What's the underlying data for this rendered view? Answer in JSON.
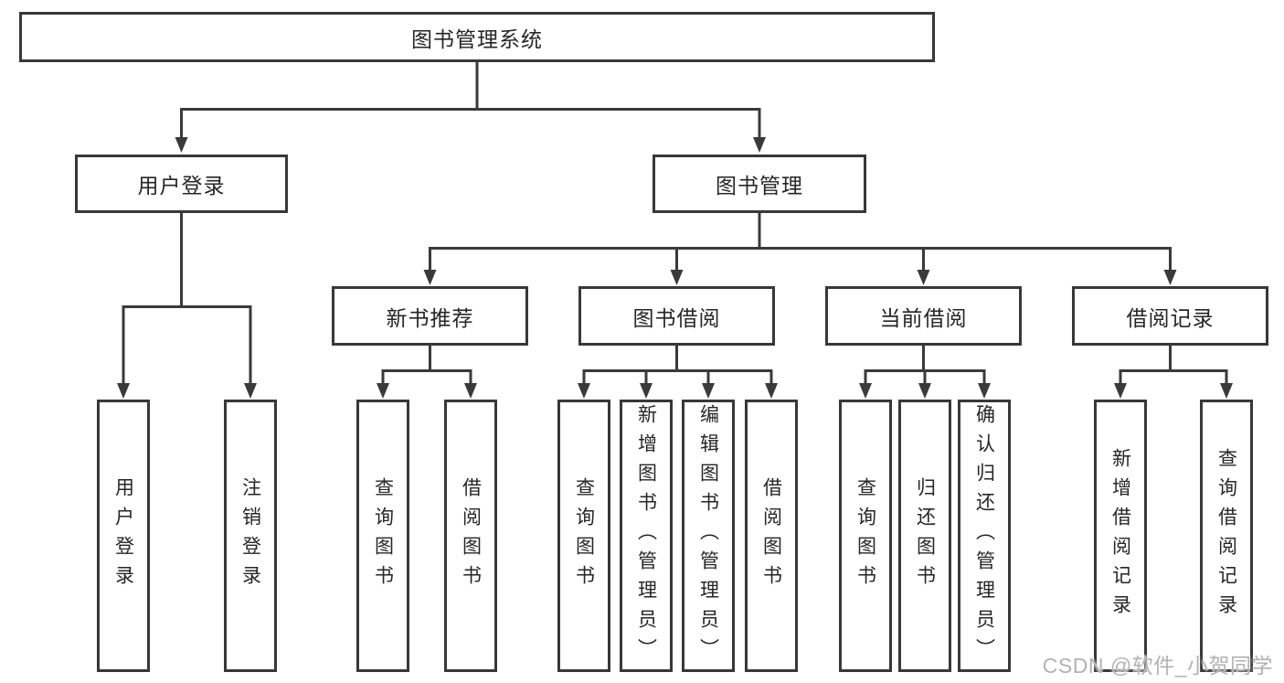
{
  "diagram": {
    "type": "hierarchy-tree",
    "colors": {
      "line": "#3a3a3a",
      "border": "#383838",
      "text": "#262626",
      "background": "#ffffff",
      "watermark": "#b2b2b2"
    },
    "tree": {
      "label": "图书管理系统",
      "children": [
        {
          "label": "用户登录",
          "children": [
            {
              "label": "用户登录"
            },
            {
              "label": "注销登录"
            }
          ]
        },
        {
          "label": "图书管理",
          "children": [
            {
              "label": "新书推荐",
              "children": [
                {
                  "label": "查询图书"
                },
                {
                  "label": "借阅图书"
                }
              ]
            },
            {
              "label": "图书借阅",
              "children": [
                {
                  "label": "查询图书"
                },
                {
                  "label": "新增图书（管理员）"
                },
                {
                  "label": "编辑图书（管理员）"
                },
                {
                  "label": "借阅图书"
                }
              ]
            },
            {
              "label": "当前借阅",
              "children": [
                {
                  "label": "查询图书"
                },
                {
                  "label": "归还图书"
                },
                {
                  "label": "确认归还（管理员）"
                }
              ]
            },
            {
              "label": "借阅记录",
              "children": [
                {
                  "label": "新增借阅记录"
                },
                {
                  "label": "查询借阅记录"
                }
              ]
            }
          ]
        }
      ]
    },
    "watermark": {
      "text": "CSDN @软件_小贺同学"
    }
  }
}
